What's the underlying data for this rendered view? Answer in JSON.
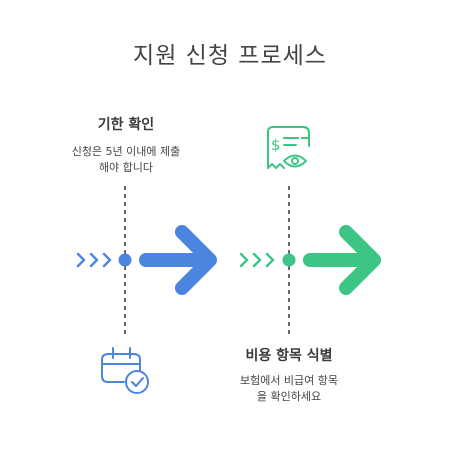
{
  "title": "지원 신청 프로세스",
  "colors": {
    "step1_accent": "#4a86e0",
    "step2_accent": "#3cc585",
    "connector": "#444444"
  },
  "steps": [
    {
      "heading": "기한 확인",
      "description_lines": [
        "신청은 5년 이내에 제출",
        "해야 합니다"
      ],
      "icon": "calendar-check-icon"
    },
    {
      "heading": "비용 항목 식별",
      "description_lines": [
        "보험에서 비급여 항목",
        "을 확인하세요"
      ],
      "icon": "receipt-eye-icon"
    }
  ]
}
